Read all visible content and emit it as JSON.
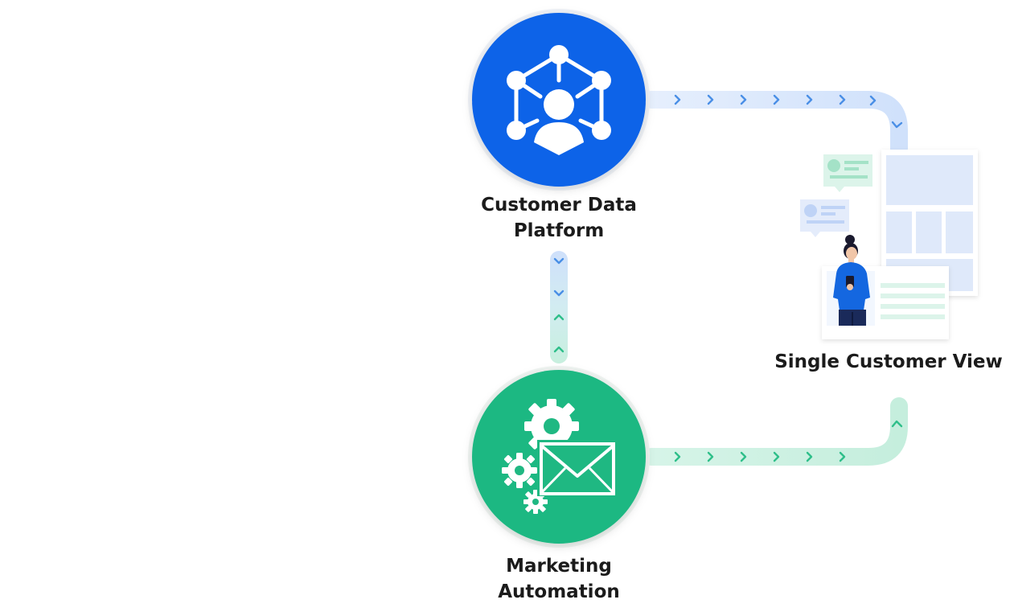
{
  "nodes": {
    "cdp": {
      "line1": "Customer Data",
      "line2": "Platform",
      "color": "#0b63e8"
    },
    "ma": {
      "line1": "Marketing",
      "line2": "Automation",
      "color": "#1fb882"
    },
    "scv": {
      "label": "Single Customer View"
    }
  },
  "colors": {
    "flow_blue": "#d3e2fb",
    "flow_green": "#c9f0e0",
    "chevron_blue": "#4a8fe6",
    "chevron_green": "#2fbf8a",
    "person_shirt": "#1467e0",
    "card_bg": "#f2f7fe",
    "card_block": "#dfe9fa"
  },
  "icons": {
    "cdp": "network-user-icon",
    "ma": "gears-envelope-icon",
    "scv": "person-with-phone-dashboard-icon"
  }
}
